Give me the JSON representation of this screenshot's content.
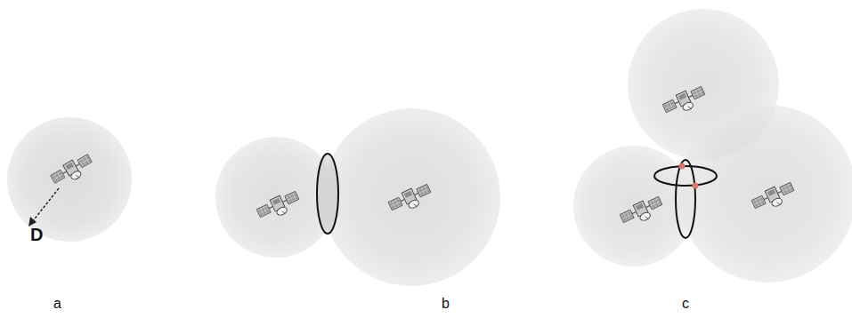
{
  "diagram": {
    "labels": [
      "D",
      "a",
      "b",
      "c"
    ]
  }
}
